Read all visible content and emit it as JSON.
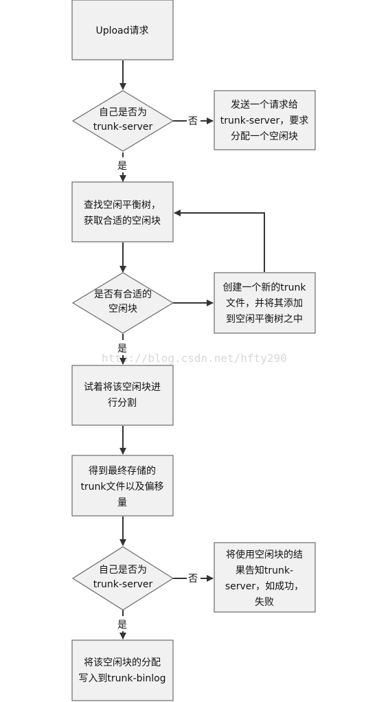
{
  "watermark": "http://blog.csdn.net/hfty290",
  "nodes": {
    "upload": {
      "lines": [
        "Upload请求"
      ]
    },
    "d1": {
      "lines": [
        "自己是否为",
        "trunk-server"
      ]
    },
    "send_req": {
      "lines": [
        "发送一个请求给",
        "trunk-server，要求",
        "分配一个空闲块"
      ]
    },
    "find": {
      "lines": [
        "查找空闲平衡树，",
        "获取合适的空闲块"
      ]
    },
    "d2": {
      "lines": [
        "是否有合适的",
        "空闲块"
      ]
    },
    "create": {
      "lines": [
        "创建一个新的trunk",
        "文件，并将其添加",
        "到空闲平衡树之中"
      ]
    },
    "split": {
      "lines": [
        "试着将该空闲块进",
        "行分割"
      ]
    },
    "get_final": {
      "lines": [
        "得到最终存储的",
        "trunk文件以及偏移",
        "量"
      ]
    },
    "d3": {
      "lines": [
        "自己是否为",
        "trunk-server"
      ]
    },
    "notify": {
      "lines": [
        "将使用空闲块的结",
        "果告知trunk-",
        "server，如成功，",
        "失败"
      ]
    },
    "binlog": {
      "lines": [
        "将该空闲块的分配",
        "写入到trunk-binlog"
      ]
    }
  },
  "edges": {
    "d1_no": "否",
    "d1_yes": "是",
    "d2_yes": "是",
    "d3_no": "否",
    "d3_yes": "是"
  },
  "colors": {
    "box_fill": "#f1f1f1",
    "box_stroke": "#6a6a6a",
    "arrow": "#333333",
    "text": "#111111"
  }
}
